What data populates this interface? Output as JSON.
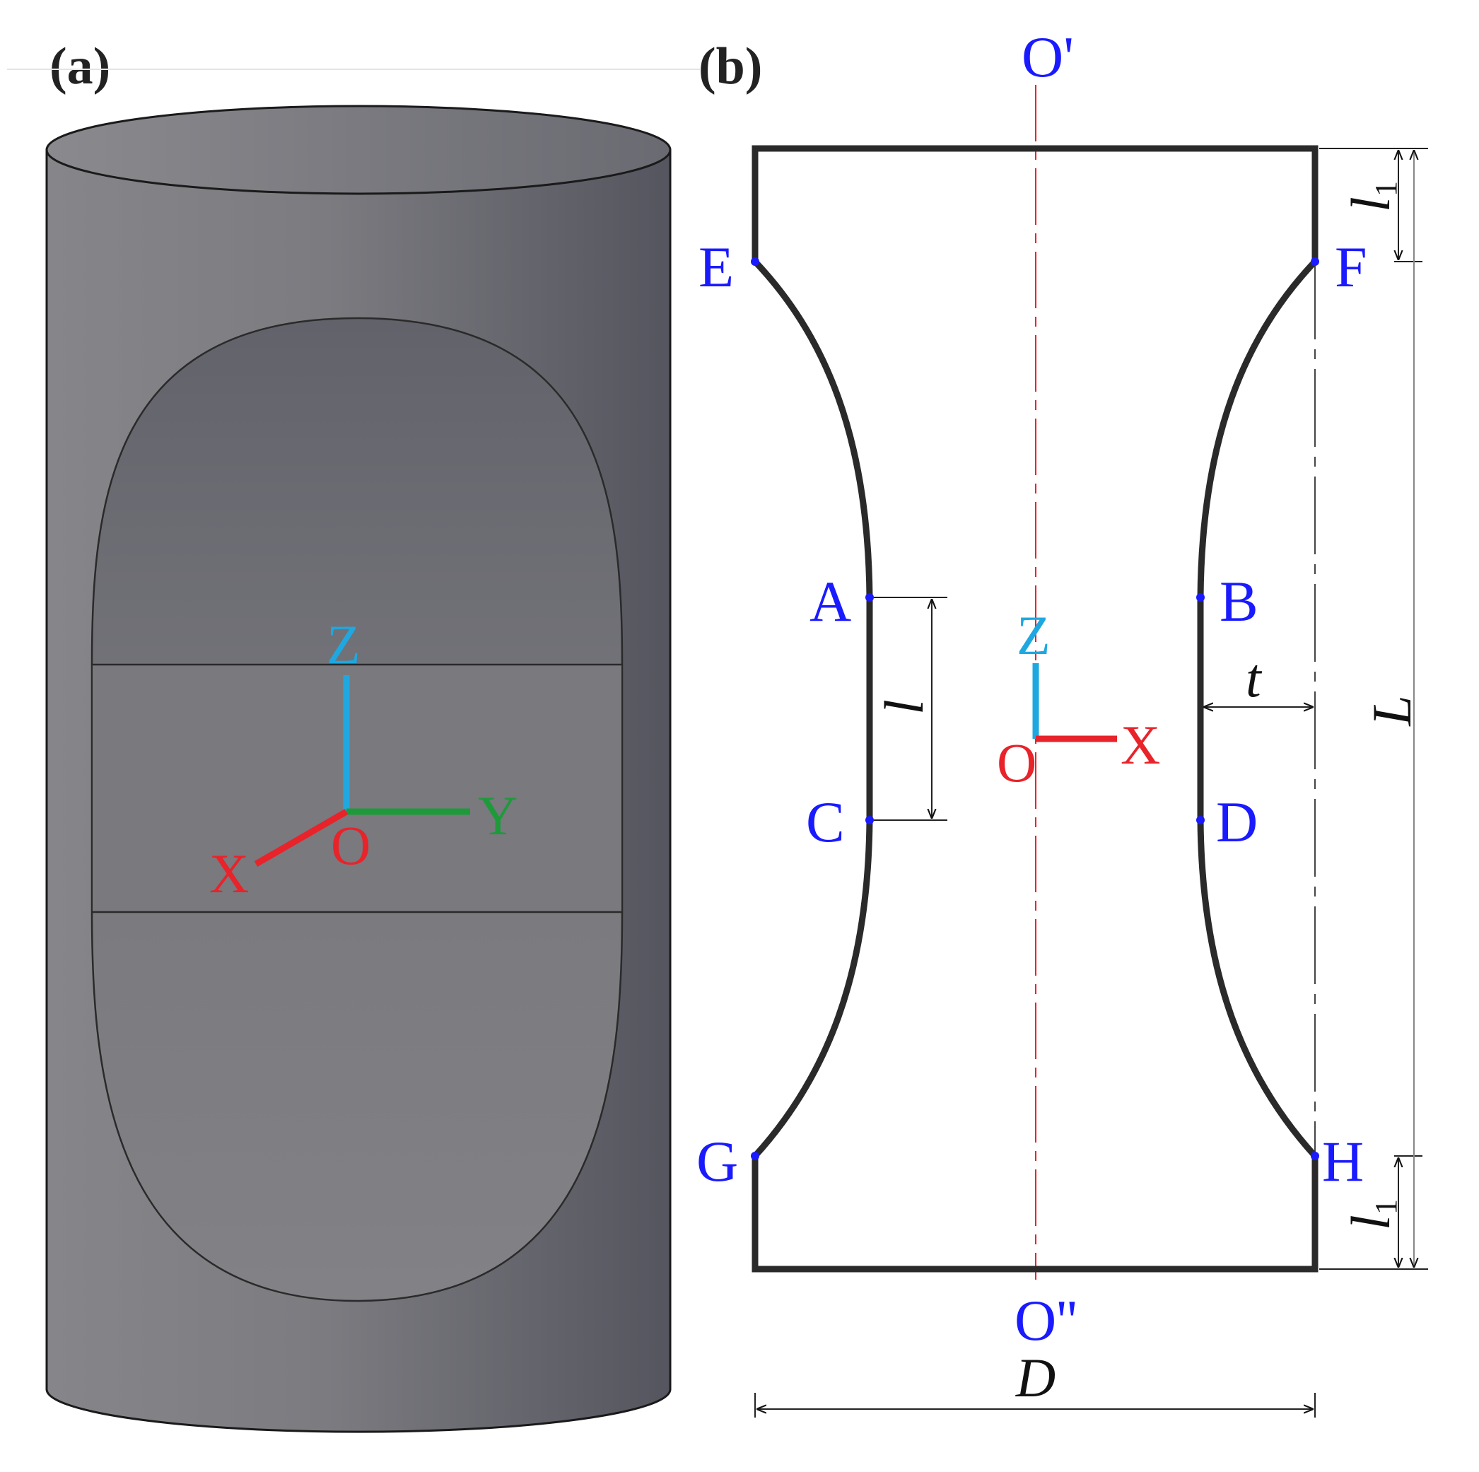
{
  "panels": {
    "a": {
      "label": "(a)"
    },
    "b": {
      "label": "(b)"
    }
  },
  "panel_a": {
    "axes": {
      "z": "Z",
      "y": "Y",
      "x": "X",
      "origin": "O"
    }
  },
  "panel_b": {
    "centerline": {
      "top": "O'",
      "bottom": "O''"
    },
    "points": {
      "a": "A",
      "b": "B",
      "c": "C",
      "d": "D",
      "e": "E",
      "f": "F",
      "g": "G",
      "h": "H"
    },
    "axes": {
      "z": "Z",
      "x": "X",
      "origin": "O"
    },
    "dimensions": {
      "l": "l",
      "l1_top": "l",
      "l1_top_sub": "1",
      "l1_bottom": "l",
      "l1_bottom_sub": "1",
      "t": "t",
      "L": "L",
      "D": "D"
    }
  },
  "colors": {
    "point_label": "#1a1aff",
    "axis_z": "#1fa8e0",
    "axis_y": "#1e9a3a",
    "axis_x": "#e8232a",
    "outline": "#2a2a2a",
    "centerline": "#e8232a",
    "cylinder_dark": "#55555f",
    "cylinder_light": "#86868a"
  }
}
